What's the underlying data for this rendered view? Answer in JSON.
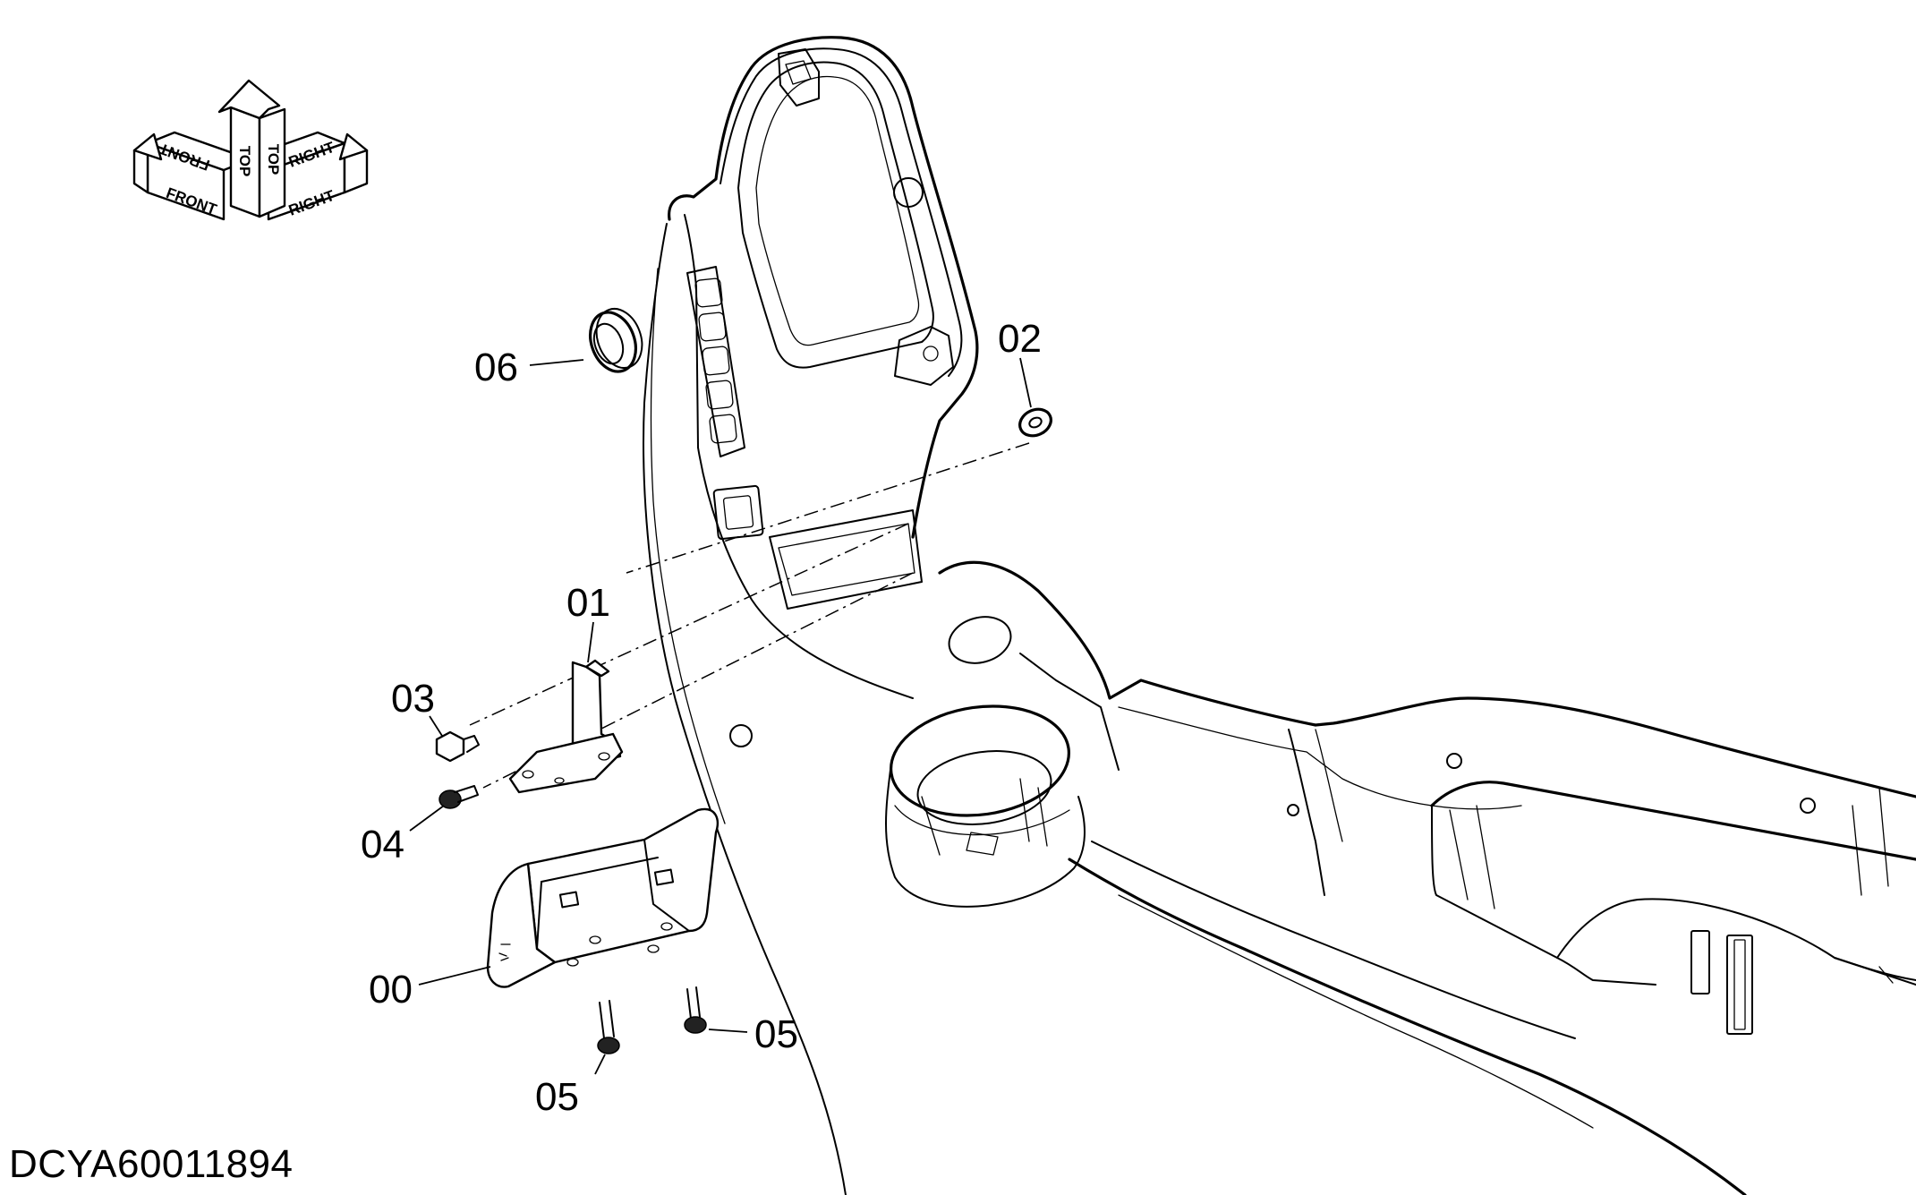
{
  "compass": {
    "front_top": "FRONT",
    "front_side": "FRONT",
    "top_left": "TOP",
    "top_right": "TOP",
    "right_top": "RIGHT",
    "right_side": "RIGHT"
  },
  "callouts": {
    "p00": "00",
    "p01": "01",
    "p02": "02",
    "p03": "03",
    "p04": "04",
    "p05a": "05",
    "p05b": "05",
    "p06": "06"
  },
  "document": {
    "code": "DCYA60011894"
  }
}
